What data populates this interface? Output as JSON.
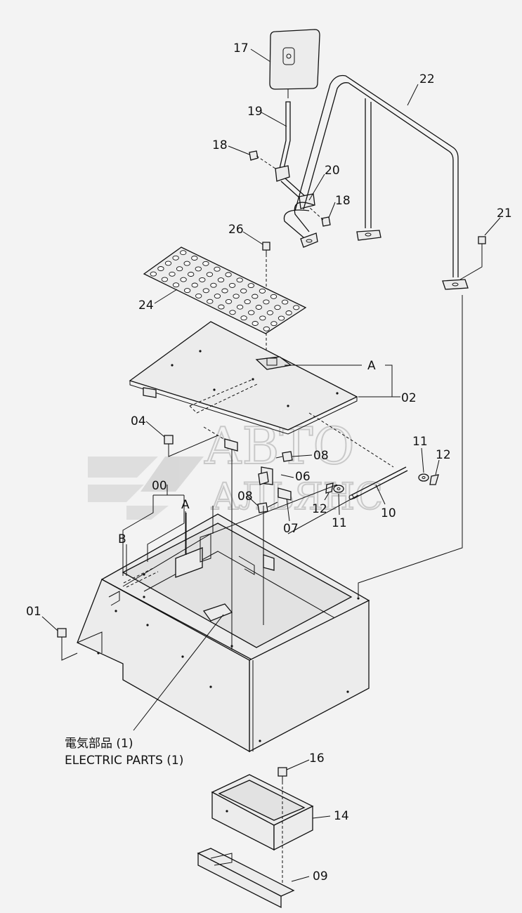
{
  "callouts": [
    {
      "id": "17",
      "text": "17"
    },
    {
      "id": "19",
      "text": "19"
    },
    {
      "id": "22",
      "text": "22"
    },
    {
      "id": "18a",
      "text": "18"
    },
    {
      "id": "20",
      "text": "20"
    },
    {
      "id": "18b",
      "text": "18"
    },
    {
      "id": "21",
      "text": "21"
    },
    {
      "id": "26",
      "text": "26"
    },
    {
      "id": "24",
      "text": "24"
    },
    {
      "id": "A1",
      "text": "A"
    },
    {
      "id": "02",
      "text": "02"
    },
    {
      "id": "04",
      "text": "04"
    },
    {
      "id": "11a",
      "text": "11"
    },
    {
      "id": "12a",
      "text": "12"
    },
    {
      "id": "08a",
      "text": "08"
    },
    {
      "id": "06",
      "text": "06"
    },
    {
      "id": "00",
      "text": "00"
    },
    {
      "id": "A2",
      "text": "A"
    },
    {
      "id": "08b",
      "text": "08"
    },
    {
      "id": "12b",
      "text": "12"
    },
    {
      "id": "11b",
      "text": "11"
    },
    {
      "id": "10",
      "text": "10"
    },
    {
      "id": "07",
      "text": "07"
    },
    {
      "id": "B",
      "text": "B"
    },
    {
      "id": "01",
      "text": "01"
    },
    {
      "id": "16",
      "text": "16"
    },
    {
      "id": "14",
      "text": "14"
    },
    {
      "id": "09",
      "text": "09"
    }
  ],
  "electric_parts": {
    "jp": "電気部品 (1)",
    "en": "ELECTRIC PARTS (1)"
  },
  "watermark": {
    "line1": "АВТО",
    "line2": "АЛЬЯНС"
  }
}
